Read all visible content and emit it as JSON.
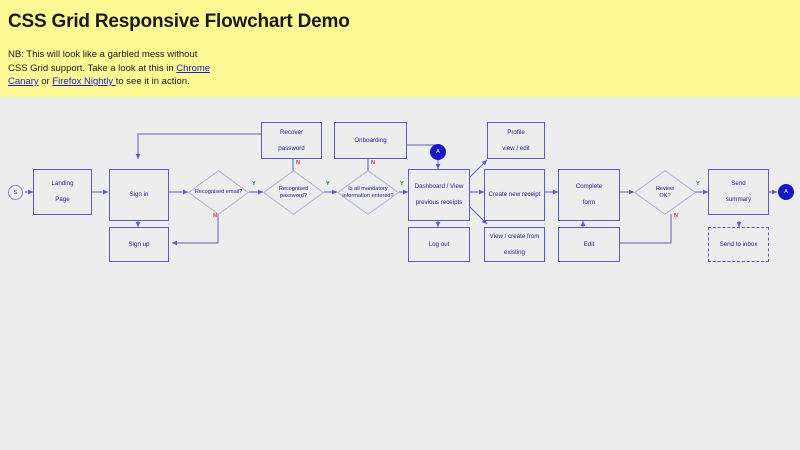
{
  "header": {
    "title": "CSS Grid Responsive Flowchart Demo",
    "note_part1": "NB: This will look like a garbled mess without CSS Grid support. Take a look at this in ",
    "link1": "Chrome Canary",
    "note_part2": " or ",
    "link2": "Firefox Nightly ",
    "note_part3": "to see it in action."
  },
  "colors": {
    "header_background": "#fcf994",
    "body_background": "#ededed",
    "node_border": "#5b5bc4",
    "node_text": "#23239b",
    "terminal_end_fill": "#1717c7",
    "yes_label": "#0a7a22",
    "no_label": "#d03030",
    "link": "#2020cc"
  },
  "flowchart": {
    "type": "flowchart",
    "terminals": [
      {
        "name": "start-terminal",
        "label": "S",
        "style": "outline-circle"
      },
      {
        "name": "connector-a-in",
        "label": "A",
        "style": "filled-circle"
      },
      {
        "name": "connector-a-out",
        "label": "A",
        "style": "filled-circle"
      }
    ],
    "nodes": [
      {
        "id": "landing-page",
        "label": "Landing\nPage",
        "line1": "Landing",
        "line2": "Page",
        "shape": "rect"
      },
      {
        "id": "sign-in",
        "label": "Sign in",
        "line1": "Sign in",
        "line2": "",
        "shape": "rect"
      },
      {
        "id": "sign-up",
        "label": "Sign up",
        "line1": "Sign up",
        "line2": "",
        "shape": "rect"
      },
      {
        "id": "recover-password",
        "label": "Recover password",
        "line1": "Recover",
        "line2": "password",
        "shape": "rect"
      },
      {
        "id": "onboarding",
        "label": "Onboarding",
        "line1": "Onboarding",
        "line2": "",
        "shape": "rect"
      },
      {
        "id": "dashboard",
        "label": "Dashboard / View previous receipts",
        "line1": "Dashboard / View",
        "line2": "previous receipts",
        "shape": "rect"
      },
      {
        "id": "log-out",
        "label": "Log out",
        "line1": "Log out",
        "line2": "",
        "shape": "rect"
      },
      {
        "id": "profile",
        "label": "Profile view / edit",
        "line1": "Profile",
        "line2": "view / edit",
        "shape": "rect"
      },
      {
        "id": "create-new-receipt",
        "label": "Create new receipt",
        "line1": "Create new receipt",
        "line2": "",
        "shape": "rect"
      },
      {
        "id": "view-create-existing",
        "label": "View / create from existing",
        "line1": "View / create from",
        "line2": "existing",
        "shape": "rect"
      },
      {
        "id": "complete-form",
        "label": "Complete form",
        "line1": "Complete",
        "line2": "form",
        "shape": "rect"
      },
      {
        "id": "edit",
        "label": "Edit",
        "line1": "Edit",
        "line2": "",
        "shape": "rect"
      },
      {
        "id": "send-summary",
        "label": "Send summary",
        "line1": "Send",
        "line2": "summary",
        "shape": "rect"
      },
      {
        "id": "send-to-inbox",
        "label": "Send to inbox",
        "line1": "Send to inbox",
        "line2": "",
        "shape": "rect-dashed"
      }
    ],
    "decisions": [
      {
        "id": "recognised-email",
        "label": "Recognised email?",
        "line1": "Recognised email?",
        "line2": "",
        "yes": "Y",
        "no": "N"
      },
      {
        "id": "recognised-password",
        "label": "Recognised password?",
        "line1": "Recognised password?",
        "line2": "",
        "yes": "Y",
        "no": "N"
      },
      {
        "id": "mandatory-info",
        "label": "Is all mandatory information entered?",
        "line1": "Is all mandatory",
        "line2": "information entered?",
        "yes": "Y",
        "no": "N"
      },
      {
        "id": "review-ok",
        "label": "Review OK?",
        "line1": "Review",
        "line2": "OK?",
        "yes": "Y",
        "no": "N"
      }
    ],
    "edge_labels": [
      {
        "id": "email-yes",
        "text": "Y"
      },
      {
        "id": "email-no",
        "text": "N"
      },
      {
        "id": "password-yes",
        "text": "Y"
      },
      {
        "id": "password-no",
        "text": "N"
      },
      {
        "id": "mandatory-yes",
        "text": "Y"
      },
      {
        "id": "mandatory-no",
        "text": "N"
      },
      {
        "id": "review-yes",
        "text": "Y"
      },
      {
        "id": "review-no",
        "text": "N"
      }
    ]
  }
}
